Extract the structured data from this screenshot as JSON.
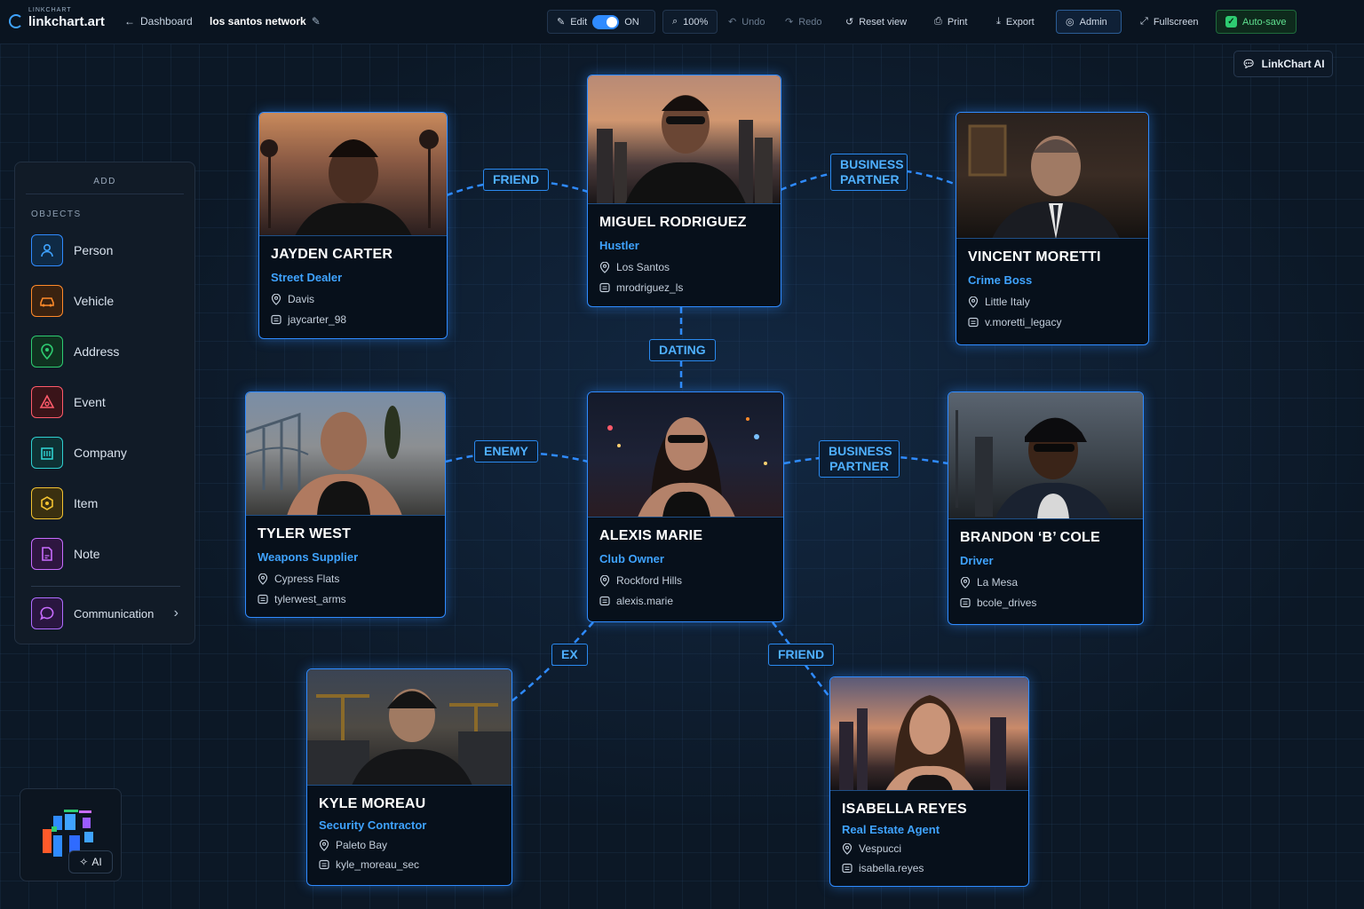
{
  "app": {
    "brand_small": "LINKCHART",
    "brand_name": "linkchart.art",
    "dashboard_label": "Dashboard",
    "project_title": "los santos network"
  },
  "toolbar": {
    "edit_label": "Edit",
    "edit_state": "ON",
    "zoom": "100%",
    "undo": "Undo",
    "redo": "Redo",
    "reset_view": "Reset view",
    "print": "Print",
    "export": "Export",
    "admin": "Admin",
    "fullscreen": "Fullscreen",
    "autosave": "Auto-save"
  },
  "ai_button": "LinkChart AI",
  "sidebar": {
    "header": "ADD",
    "section": "OBJECTS",
    "items": [
      {
        "label": "Person",
        "icon": "person-icon",
        "color": "#3fa3ff"
      },
      {
        "label": "Vehicle",
        "icon": "car-icon",
        "color": "#ff8a2a"
      },
      {
        "label": "Address",
        "icon": "map-pin-icon",
        "color": "#2ecc71"
      },
      {
        "label": "Event",
        "icon": "event-icon",
        "color": "#ff5a6a"
      },
      {
        "label": "Company",
        "icon": "building-icon",
        "color": "#2fd0d0"
      },
      {
        "label": "Item",
        "icon": "item-icon",
        "color": "#f2c230"
      },
      {
        "label": "Note",
        "icon": "note-icon",
        "color": "#c86cff"
      }
    ],
    "communication": "Communication"
  },
  "ai_badge": "AI",
  "people": [
    {
      "name": "JAYDEN CARTER",
      "role": "Street Dealer",
      "location": "Davis",
      "handle": "jaycarter_98"
    },
    {
      "name": "MIGUEL RODRIGUEZ",
      "role": "Hustler",
      "location": "Los Santos",
      "handle": "mrodriguez_ls"
    },
    {
      "name": "VINCENT MORETTI",
      "role": "Crime Boss",
      "location": "Little Italy",
      "handle": "v.moretti_legacy"
    },
    {
      "name": "TYLER WEST",
      "role": "Weapons Supplier",
      "location": "Cypress Flats",
      "handle": "tylerwest_arms"
    },
    {
      "name": "ALEXIS MARIE",
      "role": "Club Owner",
      "location": "Rockford Hills",
      "handle": "alexis.marie"
    },
    {
      "name": "BRANDON ‘B’ COLE",
      "role": "Driver",
      "location": "La Mesa",
      "handle": "bcole_drives"
    },
    {
      "name": "KYLE MOREAU",
      "role": "Security Contractor",
      "location": "Paleto Bay",
      "handle": "kyle_moreau_sec"
    },
    {
      "name": "ISABELLA REYES",
      "role": "Real Estate Agent",
      "location": "Vespucci",
      "handle": "isabella.reyes"
    }
  ],
  "relations": [
    {
      "label": "FRIEND"
    },
    {
      "label": "BUSINESS PARTNER"
    },
    {
      "label": "DATING"
    },
    {
      "label": "ENEMY"
    },
    {
      "label": "BUSINESS PARTNER"
    },
    {
      "label": "EX"
    },
    {
      "label": "FRIEND"
    }
  ],
  "colors": {
    "accent": "#2f8bff",
    "label_text": "#4fb0ff",
    "background": "#0c1826"
  }
}
